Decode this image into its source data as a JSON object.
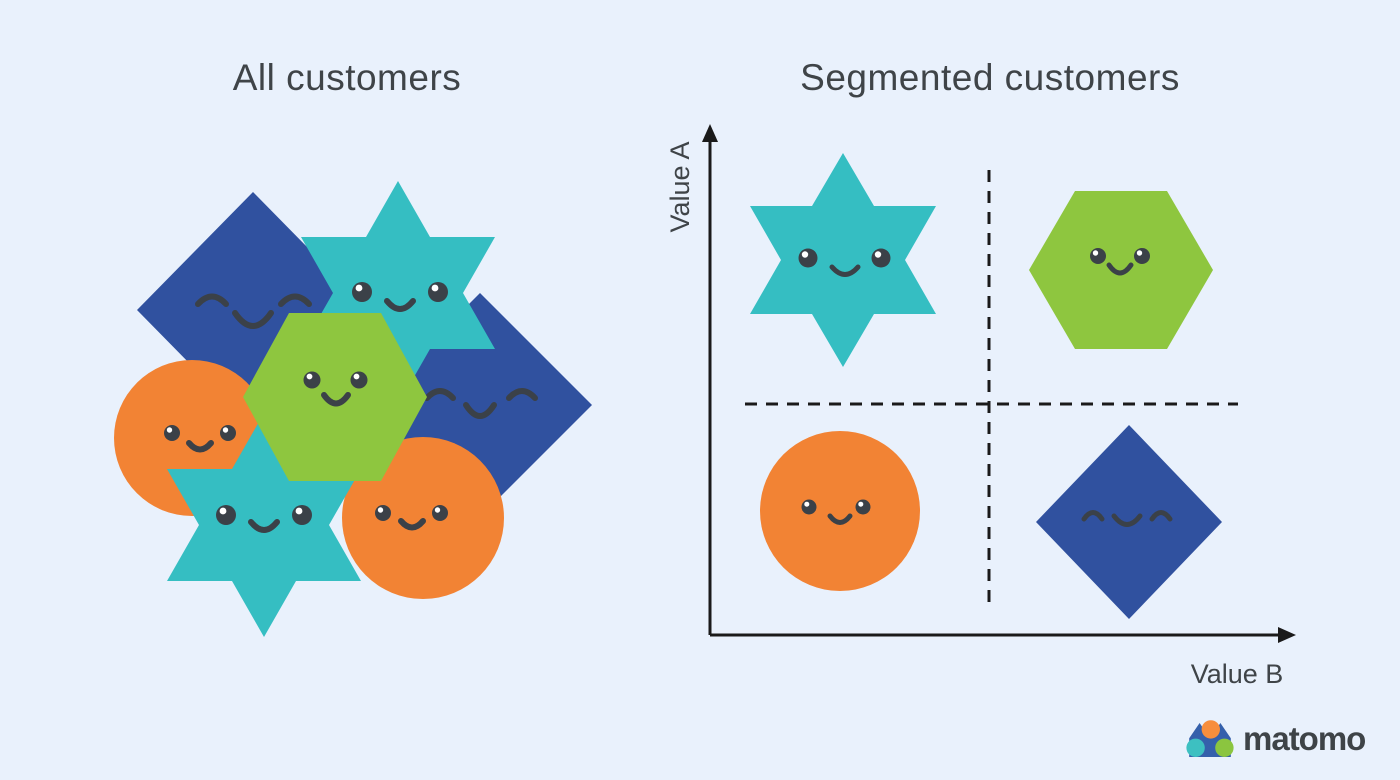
{
  "colors": {
    "background": "#e9f1fc",
    "teal": "#35bec2",
    "green": "#8ec63f",
    "orange": "#f28334",
    "blue": "#30519f",
    "face": "#3b4148",
    "eye_highlight": "#ffffff",
    "axis": "#1a1a1a",
    "title_text": "#3f4448",
    "logo_text": "#3e4347",
    "logo_blue": "#3560ab",
    "logo_teal": "#3dc0c1",
    "logo_orange": "#f78e3d",
    "logo_green": "#8bc53f"
  },
  "left_panel": {
    "title": "All customers",
    "description": "overlapping cluster of smiling customer shapes",
    "customers": [
      {
        "shape": "diamond",
        "color": "blue",
        "face": "closed-eyes smile"
      },
      {
        "shape": "diamond",
        "color": "blue",
        "face": "closed-eyes smile"
      },
      {
        "shape": "six-point-star",
        "color": "teal",
        "face": "open-eyes smile"
      },
      {
        "shape": "circle",
        "color": "orange",
        "face": "open-eyes smile"
      },
      {
        "shape": "circle",
        "color": "orange",
        "face": "open-eyes smile"
      },
      {
        "shape": "six-point-star",
        "color": "teal",
        "face": "open-eyes smile"
      },
      {
        "shape": "hexagon",
        "color": "green",
        "face": "open-eyes smile"
      }
    ]
  },
  "right_panel": {
    "title": "Segmented customers",
    "y_axis_label": "Value A",
    "x_axis_label": "Value B",
    "quadrants": [
      {
        "position": "top-left",
        "shape": "six-point-star",
        "color": "teal",
        "face": "open-eyes smile"
      },
      {
        "position": "top-right",
        "shape": "hexagon",
        "color": "green",
        "face": "open-eyes smile"
      },
      {
        "position": "bottom-left",
        "shape": "circle",
        "color": "orange",
        "face": "open-eyes smile"
      },
      {
        "position": "bottom-right",
        "shape": "diamond",
        "color": "blue",
        "face": "closed-eyes smile"
      }
    ]
  },
  "logo": {
    "wordmark": "matomo"
  }
}
